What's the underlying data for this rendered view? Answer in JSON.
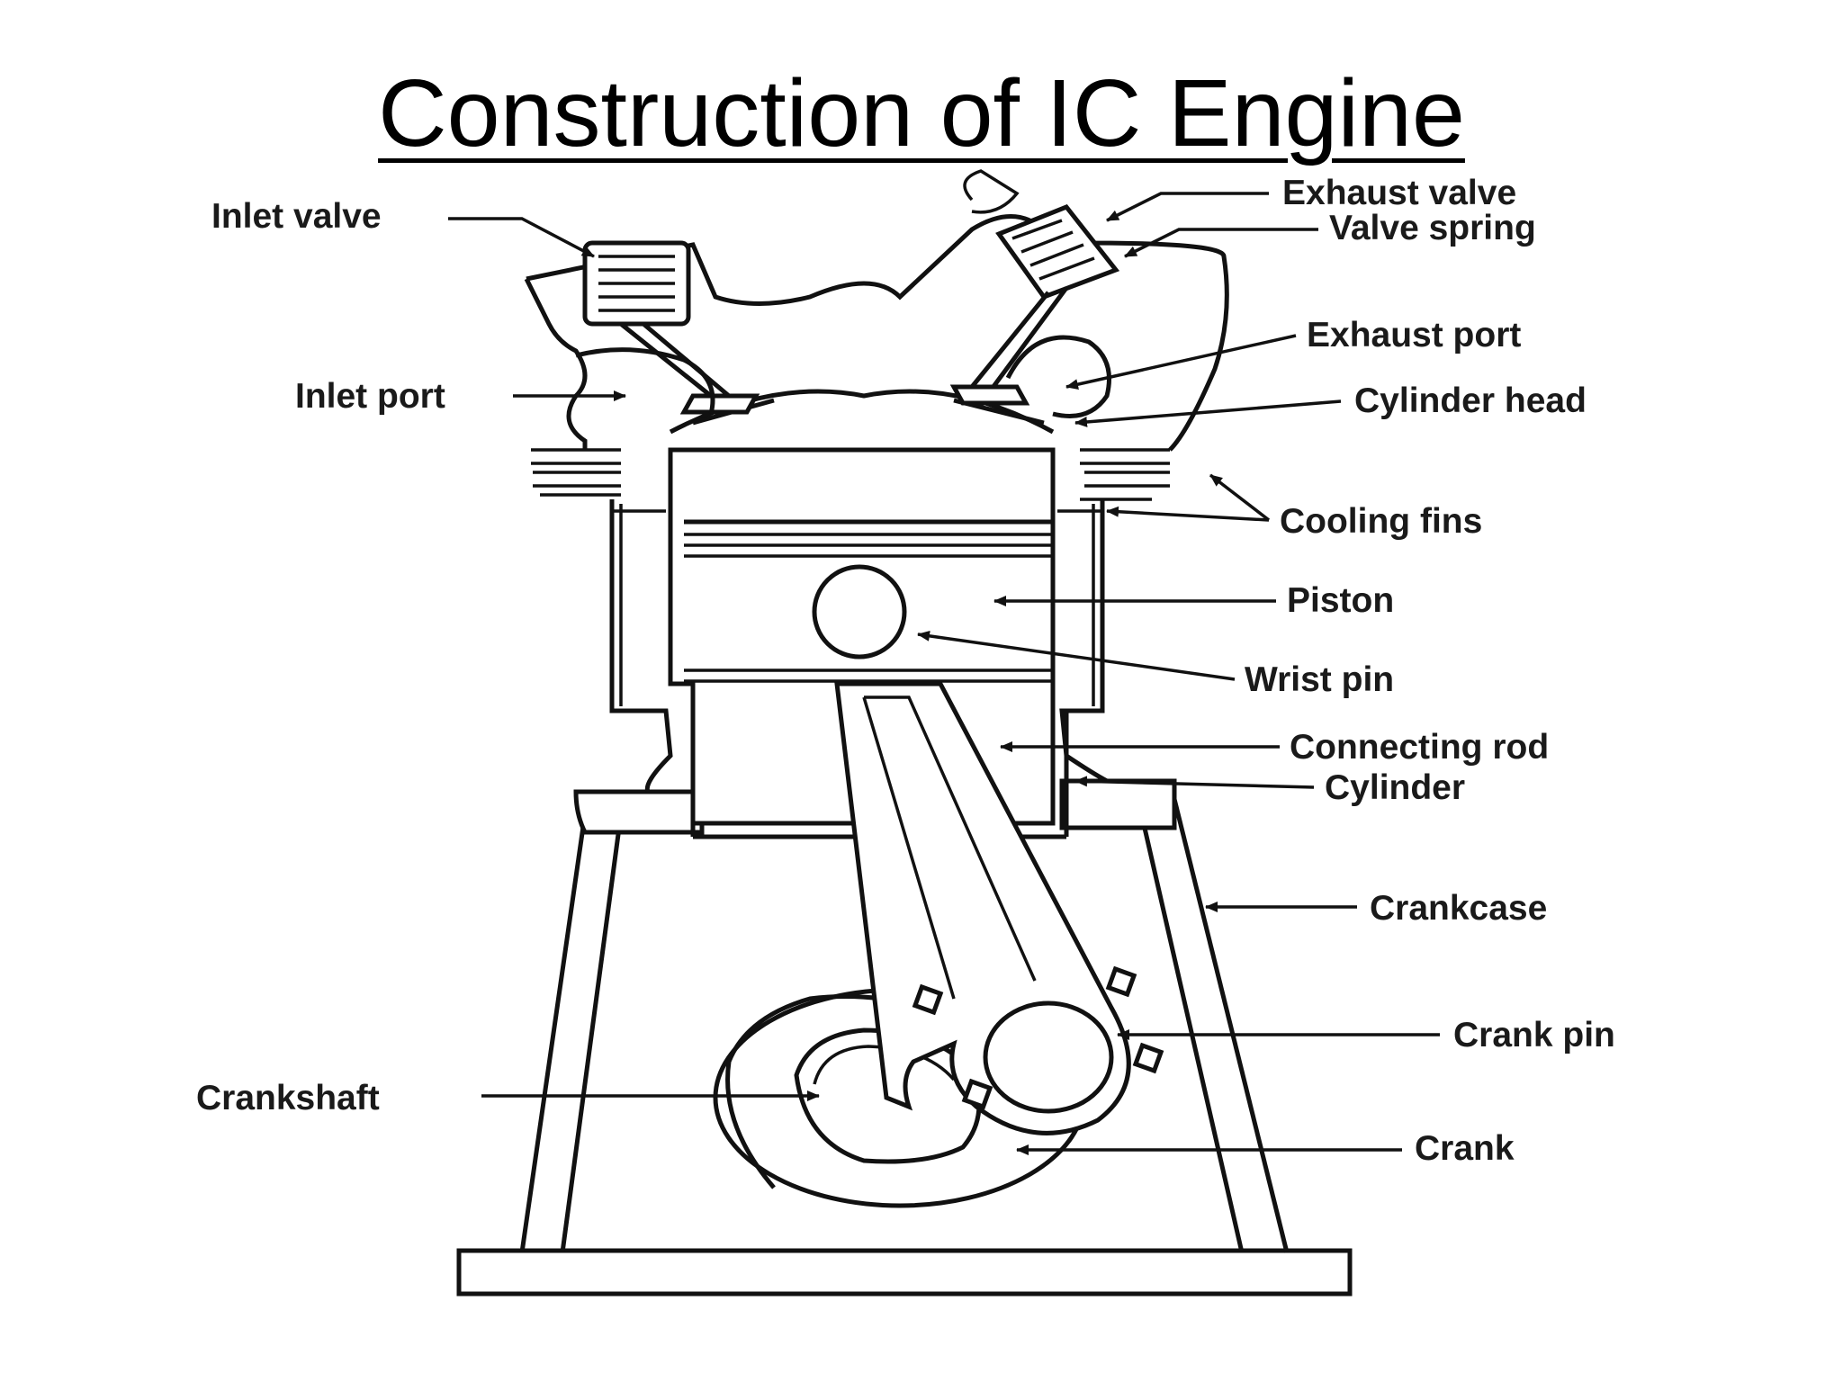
{
  "title": "Construction of IC Engine",
  "labels": {
    "inlet_valve": "Inlet valve",
    "inlet_port": "Inlet port",
    "exhaust_valve": "Exhaust valve",
    "valve_spring": "Valve spring",
    "exhaust_port": "Exhaust port",
    "cylinder_head": "Cylinder head",
    "cooling_fins": "Cooling fins",
    "piston": "Piston",
    "wrist_pin": "Wrist pin",
    "connecting_rod": "Connecting rod",
    "cylinder": "Cylinder",
    "crankcase": "Crankcase",
    "crank_pin": "Crank pin",
    "crankshaft": "Crankshaft",
    "crank": "Crank"
  }
}
